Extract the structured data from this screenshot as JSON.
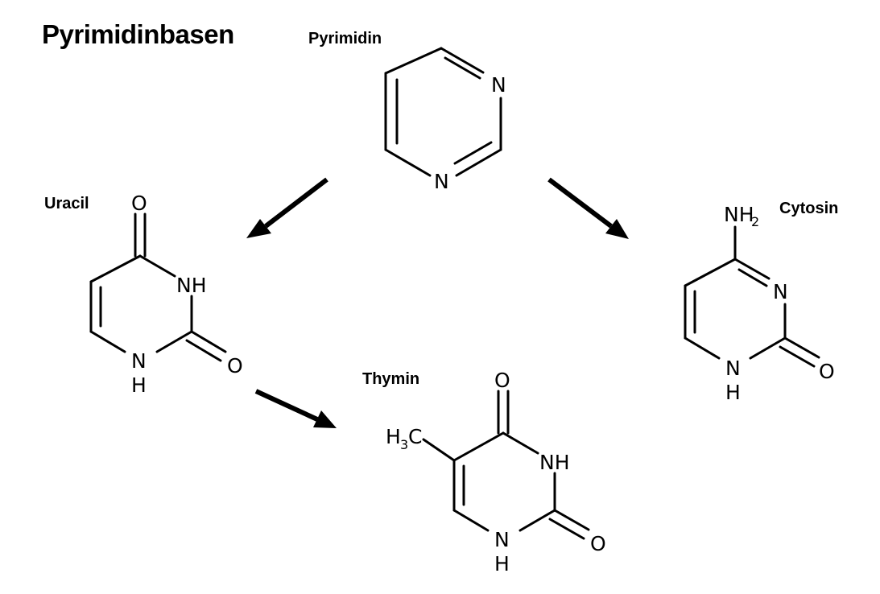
{
  "title": "Pyrimidinbasen",
  "molecules": {
    "pyrimidin": {
      "label": "Pyrimidin",
      "atoms": {
        "n1": "N",
        "n2": "N"
      }
    },
    "uracil": {
      "label": "Uracil",
      "atoms": {
        "o_top": "O",
        "nh": "NH",
        "n_bottom": "N",
        "h_bottom": "H",
        "o_right": "O"
      }
    },
    "cytosin": {
      "label": "Cytosin",
      "atoms": {
        "nh2_n": "NH",
        "nh2_sub": "2",
        "n_right": "N",
        "n_bottom": "N",
        "h_bottom": "H",
        "o_right": "O"
      }
    },
    "thymin": {
      "label": "Thymin",
      "atoms": {
        "h3c_h": "H",
        "h3c_sub": "3",
        "h3c_c": "C",
        "o_top": "O",
        "nh": "NH",
        "n_bottom": "N",
        "h_bottom": "H",
        "o_right": "O"
      }
    }
  },
  "arrows": [
    {
      "from": "pyrimidin",
      "to": "uracil"
    },
    {
      "from": "pyrimidin",
      "to": "cytosin"
    },
    {
      "from": "uracil",
      "to": "thymin"
    }
  ]
}
